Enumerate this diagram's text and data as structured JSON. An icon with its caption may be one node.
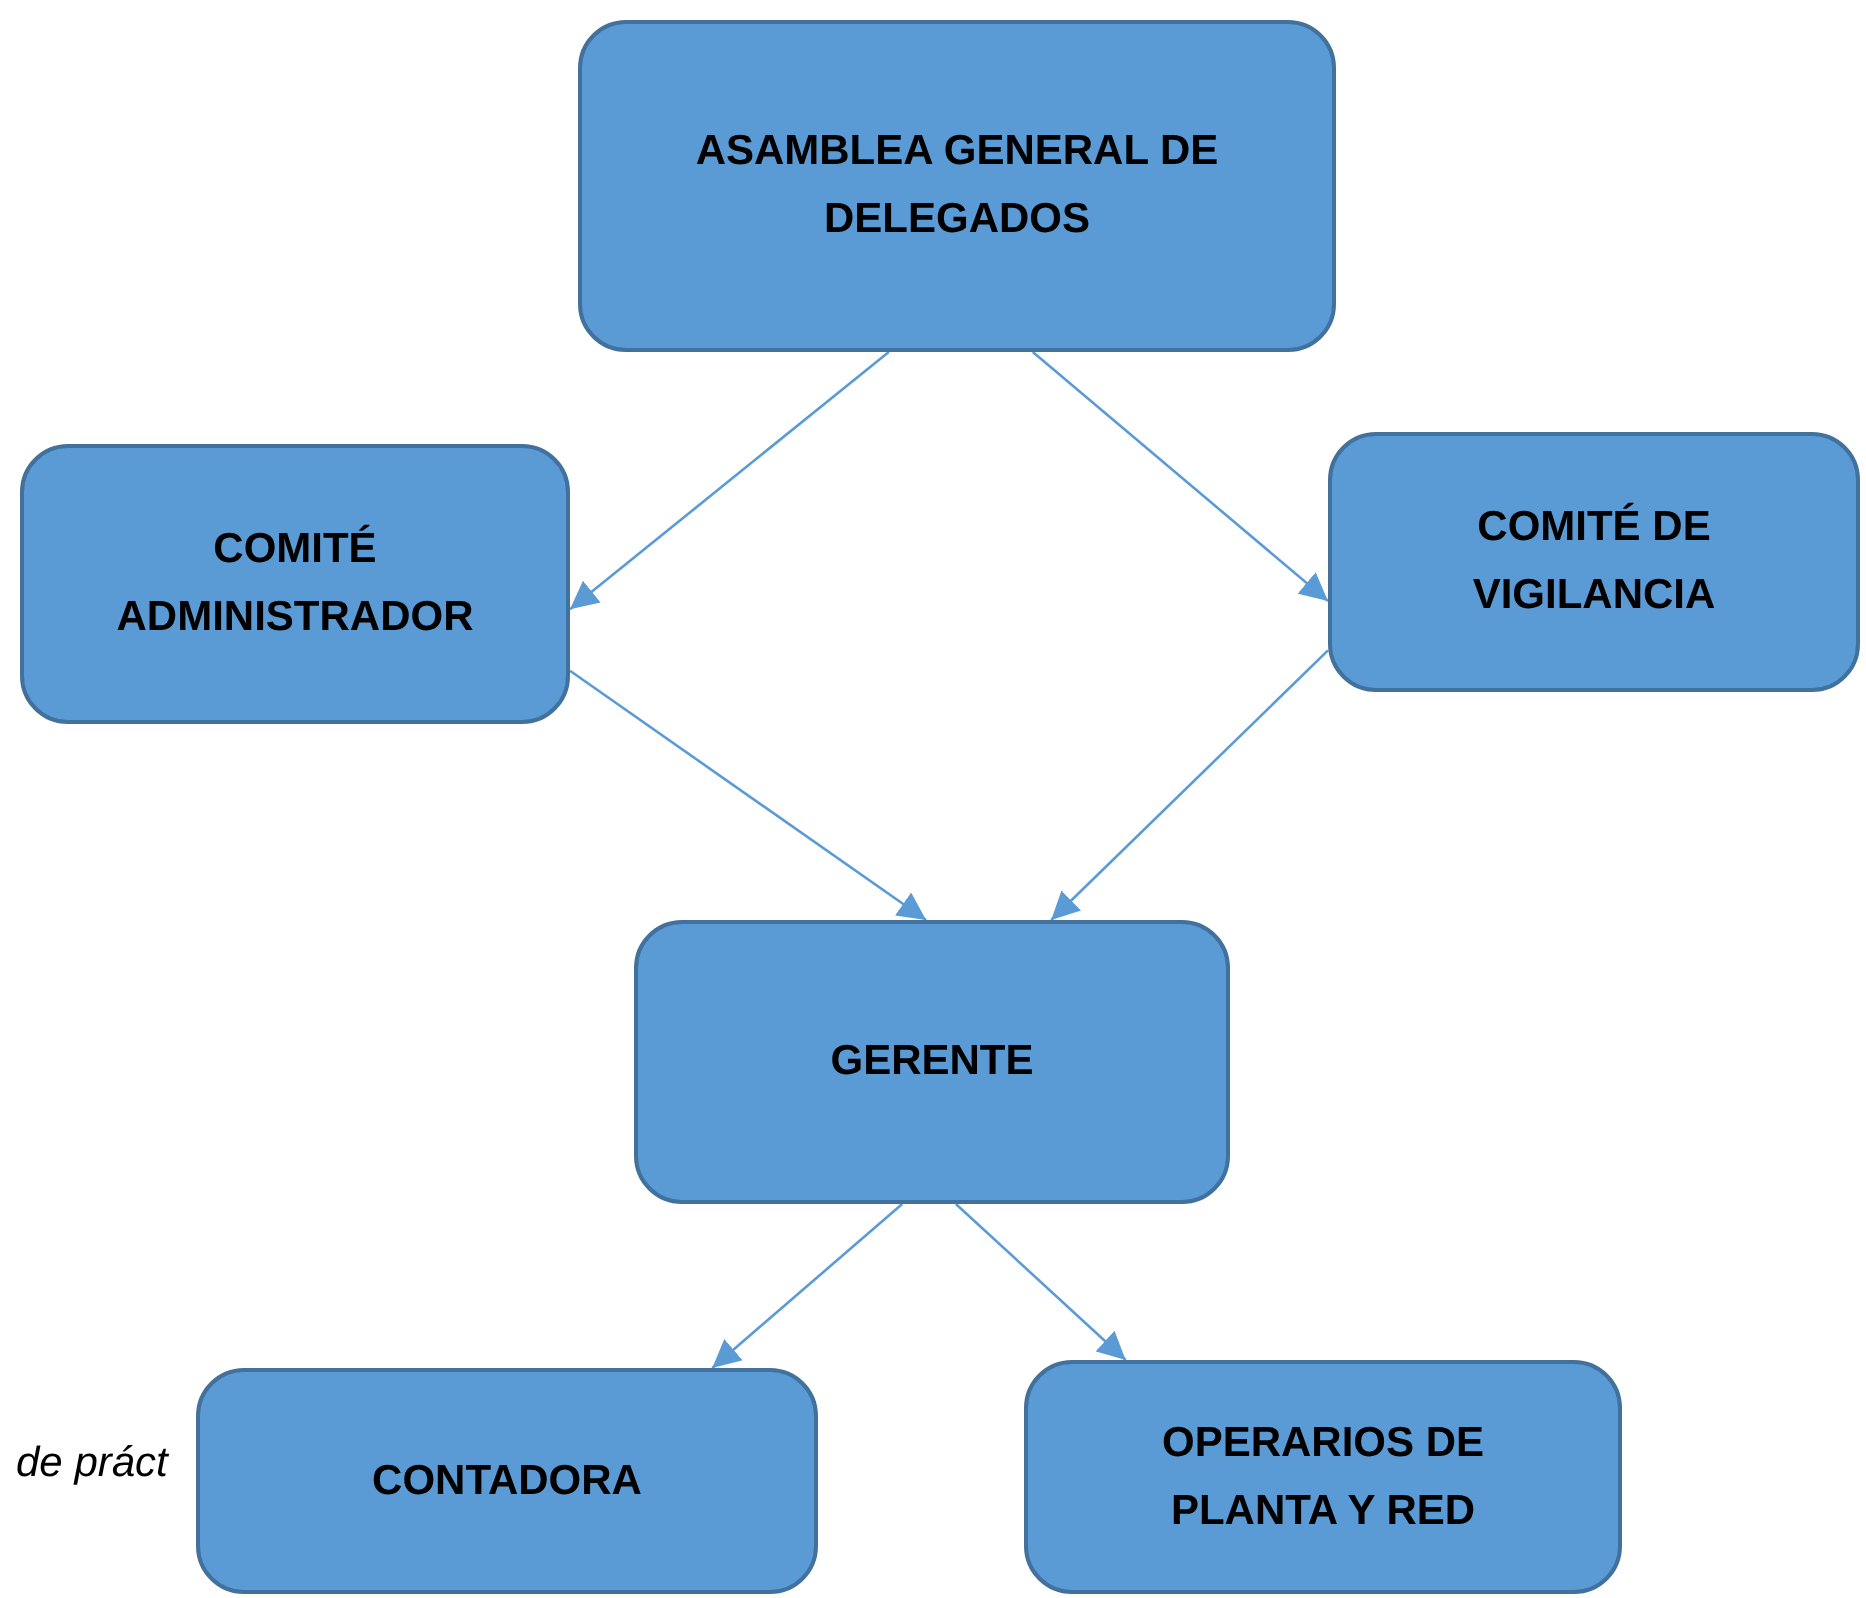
{
  "diagram": {
    "nodes": [
      {
        "text": [
          "ASAMBLEA GENERAL DE DELEGADOS"
        ]
      },
      {
        "text": [
          "COMITÉ ADMINISTRADOR"
        ]
      },
      {
        "text": [
          "COMITÉ DE VIGILANCIA"
        ]
      },
      {
        "text": [
          "GERENTE"
        ]
      },
      {
        "text": [
          "CONTADORA"
        ]
      },
      {
        "text": [
          "OPERARIOS DE PLANTA Y RED"
        ]
      }
    ],
    "edges": [
      {
        "from": 0,
        "to": 1,
        "arrow": "to"
      },
      {
        "from": 0,
        "to": 2,
        "arrow": "to"
      },
      {
        "from": 1,
        "to": 3,
        "arrow": "to"
      },
      {
        "from": 2,
        "to": 3,
        "arrow": "to"
      },
      {
        "from": 3,
        "to": 4,
        "arrow": "to"
      },
      {
        "from": 3,
        "to": 5,
        "arrow": "to"
      }
    ],
    "labels": [
      "de práct"
    ]
  }
}
